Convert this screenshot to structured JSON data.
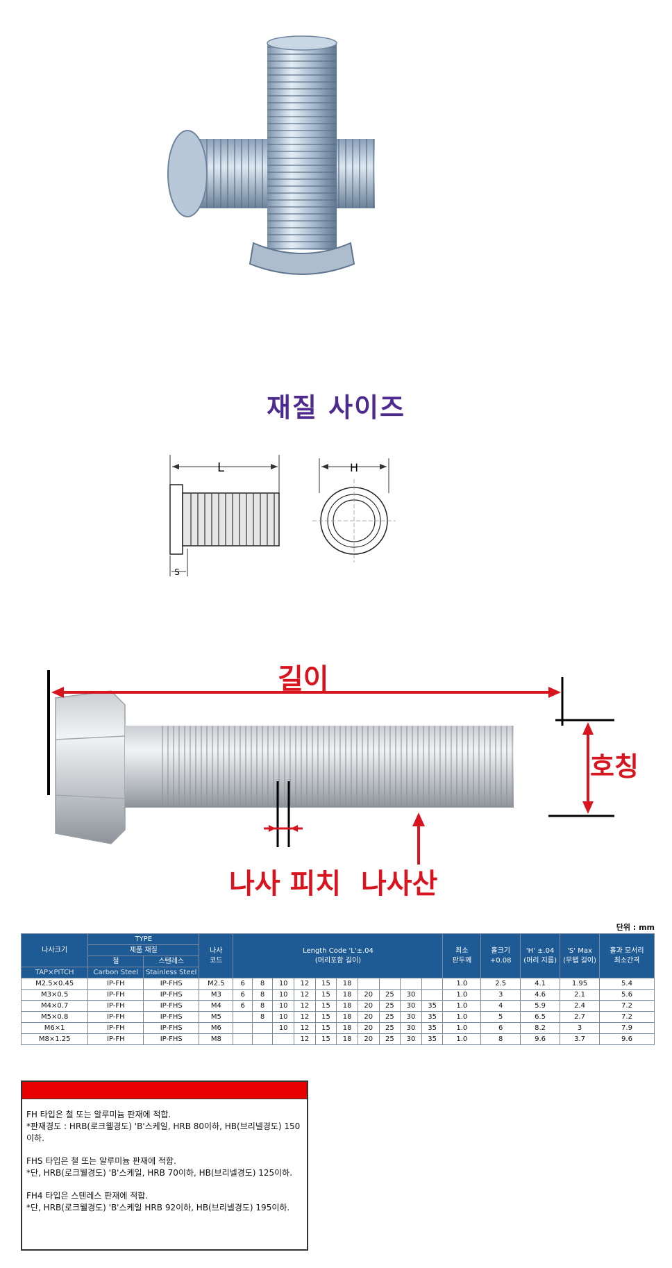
{
  "heading": "재질 사이즈",
  "drawing": {
    "length_letter": "L",
    "head_letter": "H",
    "shank_letter": "S"
  },
  "bolt_diagram": {
    "length": "길이",
    "nominal": "호칭",
    "pitch": "나사 피치",
    "thread": "나사산"
  },
  "table": {
    "unit": "단위 : mm",
    "header": {
      "size": "나사크기",
      "type": "TYPE",
      "material": "제품 재질",
      "steel": "철",
      "stainless": "스텐레스",
      "code_l1": "나사",
      "code_l2": "코드",
      "length_l1": "Length Code 'L'±.04",
      "length_l2": "(머리포함 길이)",
      "min_l1": "최소",
      "min_l2": "판두께",
      "hole_l1": "홀크기",
      "hole_l2": "+0.08",
      "h_l1": "'H' ±.04",
      "h_l2": "(머리 지름)",
      "s_l1": "'S' Max",
      "s_l2": "(무탭 길이)",
      "edge_l1": "홀과 모서리",
      "edge_l2": "최소간격",
      "tap": "TAP×PITCH",
      "carbon": "Carbon Steel",
      "stainless_en": "Stainless Steel"
    },
    "rows": [
      {
        "size": "M2.5×0.45",
        "steel": "IP-FH",
        "stainless": "IP-FHS",
        "code": "M2.5",
        "lengths": [
          "6",
          "8",
          "10",
          "12",
          "15",
          "18",
          "",
          "",
          "",
          ""
        ],
        "min": "1.0",
        "hole": "2.5",
        "h": "4.1",
        "s": "1.95",
        "edge": "5.4"
      },
      {
        "size": "M3×0.5",
        "steel": "IP-FH",
        "stainless": "IP-FHS",
        "code": "M3",
        "lengths": [
          "6",
          "8",
          "10",
          "12",
          "15",
          "18",
          "20",
          "25",
          "30",
          ""
        ],
        "min": "1.0",
        "hole": "3",
        "h": "4.6",
        "s": "2.1",
        "edge": "5.6"
      },
      {
        "size": "M4×0.7",
        "steel": "IP-FH",
        "stainless": "IP-FHS",
        "code": "M4",
        "lengths": [
          "6",
          "8",
          "10",
          "12",
          "15",
          "18",
          "20",
          "25",
          "30",
          "35"
        ],
        "min": "1.0",
        "hole": "4",
        "h": "5.9",
        "s": "2.4",
        "edge": "7.2"
      },
      {
        "size": "M5×0.8",
        "steel": "IP-FH",
        "stainless": "IP-FHS",
        "code": "M5",
        "lengths": [
          "",
          "8",
          "10",
          "12",
          "15",
          "18",
          "20",
          "25",
          "30",
          "35"
        ],
        "min": "1.0",
        "hole": "5",
        "h": "6.5",
        "s": "2.7",
        "edge": "7.2"
      },
      {
        "size": "M6×1",
        "steel": "IP-FH",
        "stainless": "IP-FHS",
        "code": "M6",
        "lengths": [
          "",
          "",
          "10",
          "12",
          "15",
          "18",
          "20",
          "25",
          "30",
          "35"
        ],
        "min": "1.0",
        "hole": "6",
        "h": "8.2",
        "s": "3",
        "edge": "7.9"
      },
      {
        "size": "M8×1.25",
        "steel": "IP-FH",
        "stainless": "IP-FHS",
        "code": "M8",
        "lengths": [
          "",
          "",
          "",
          "12",
          "15",
          "18",
          "20",
          "25",
          "30",
          "35"
        ],
        "min": "1.0",
        "hole": "8",
        "h": "9.6",
        "s": "3.7",
        "edge": "9.6"
      }
    ]
  },
  "notes": [
    {
      "title": "FH 타입은 철 또는 알루미늄 판재에 적합.",
      "detail": "*판재경도 : HRB(로크웰경도) 'B'스케일, HRB 80이하, HB(브리넬경도) 150이하."
    },
    {
      "title": "FHS 타입은 철 또는 알루미늄 판재에 적합.",
      "detail": "*단, HRB(로크웰경도) 'B'스케일, HRB 70이하, HB(브리넬경도) 125이하."
    },
    {
      "title": "FH4 타입은 스텐레스 판재에 적합.",
      "detail": "*단, HRB(로크웰경도) 'B'스케일 HRB 92이하, HB(브리넬경도) 195이하."
    }
  ]
}
